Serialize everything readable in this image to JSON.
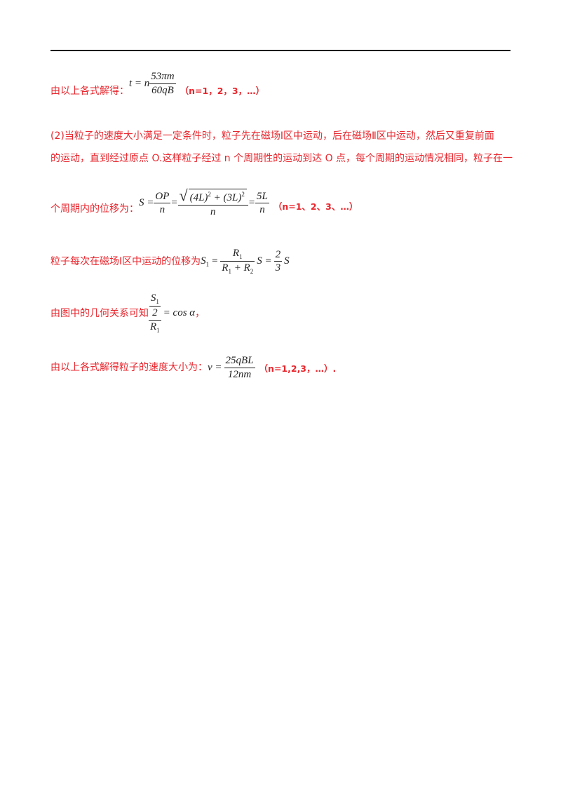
{
  "line1": {
    "prefix": "由以上各式解得：",
    "formula": {
      "lhs": "t = n",
      "num": "53πm",
      "den": "60qB"
    },
    "note": "（n=1，2，3，…）"
  },
  "para2": {
    "line_a": "(2)当粒子的速度大小满足一定条件时，粒子先在磁场Ⅰ区中运动，后在磁场Ⅱ区中运动，然后又重复前面",
    "line_b": "的运动，直到经过原点 O.这样粒子经过 n 个周期性的运动到达 O 点，每个周期的运动情况相同，粒子在一"
  },
  "line3": {
    "prefix": "个周期内的位移为：",
    "formula": {
      "lhs": "S =",
      "f1_num": "OP",
      "f1_den": "n",
      "eq1": "=",
      "f2_num_a": "(4L)",
      "f2_num_b": "+ (3L)",
      "sup": "2",
      "f2_den": "n",
      "eq2": "=",
      "f3_num": "5L",
      "f3_den": "n"
    },
    "note": "（n=1、2、3、…）"
  },
  "line4": {
    "prefix": "粒子每次在磁场Ⅰ区中运动的位移为",
    "formula": {
      "lhs": "S",
      "lhs_sub": "1",
      "eq": "=",
      "num": "R",
      "num_sub": "1",
      "den_a": "R",
      "den_a_sub": "1",
      "den_plus": "+ R",
      "den_b_sub": "2",
      "mid": "S =",
      "f2_num": "2",
      "f2_den": "3",
      "tail": "S"
    }
  },
  "line5": {
    "prefix": "由图中的几何关系可知",
    "formula": {
      "top": "S",
      "top_sub": "1",
      "two": "2",
      "bot": "R",
      "bot_sub": "1",
      "rhs": "= cos α"
    },
    "suffix": "，"
  },
  "line6": {
    "prefix": "由以上各式解得粒子的速度大小为：",
    "formula": {
      "lhs": "v =",
      "num": "25qBL",
      "den": "12nm"
    },
    "note": "（n=1,2,3，…）."
  }
}
